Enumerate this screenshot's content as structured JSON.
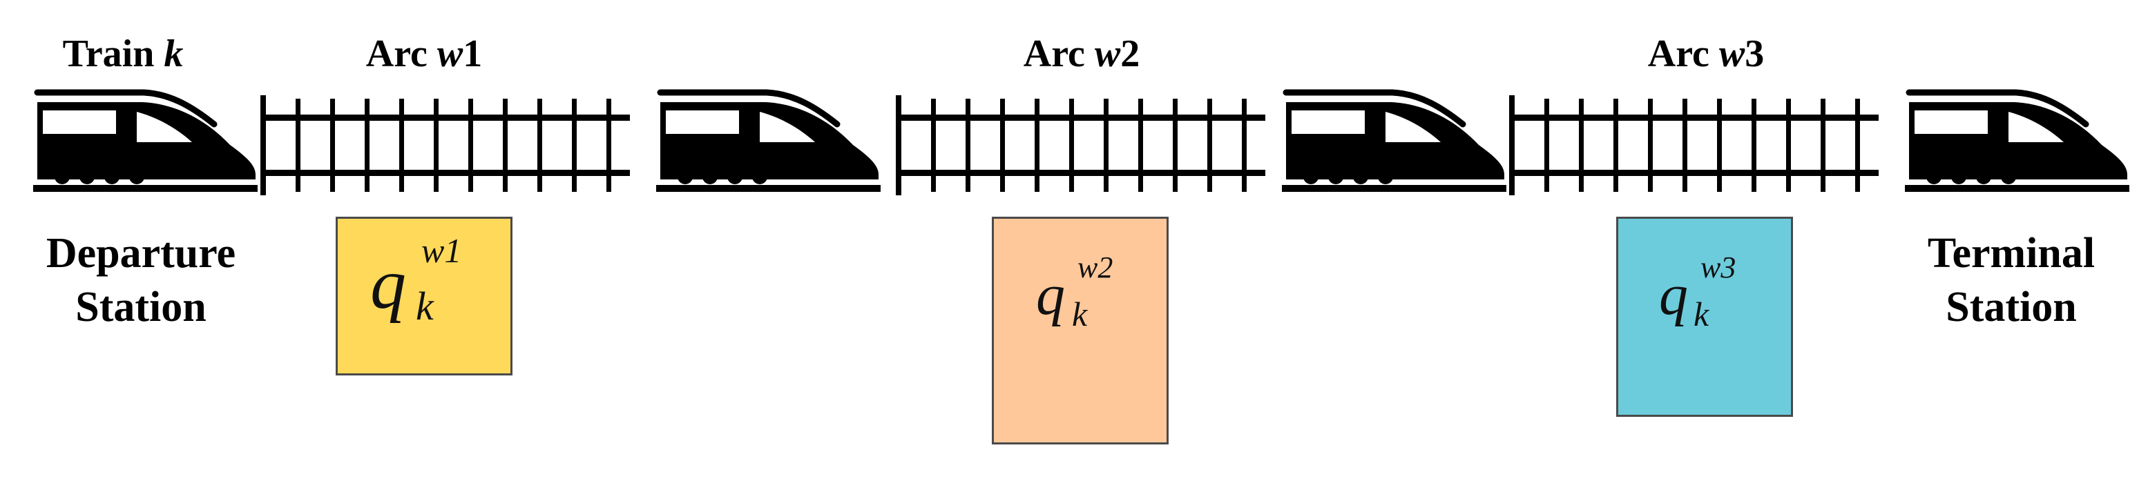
{
  "header": {
    "train_label": {
      "prefix": "Train ",
      "var": "k"
    },
    "arcs": [
      {
        "prefix": "Arc ",
        "var": "w",
        "num": "1"
      },
      {
        "prefix": "Arc ",
        "var": "w",
        "num": "2"
      },
      {
        "prefix": "Arc ",
        "var": "w",
        "num": "3"
      }
    ]
  },
  "stations": {
    "departure": {
      "line1": "Departure",
      "line2": "Station"
    },
    "terminal": {
      "line1": "Terminal",
      "line2": "Station"
    }
  },
  "quantities": [
    {
      "base": "q",
      "sub": "k",
      "sup": "w1",
      "color": "#FFD95A"
    },
    {
      "base": "q",
      "sub": "k",
      "sup": "w2",
      "color": "#FFC89A"
    },
    {
      "base": "q",
      "sub": "k",
      "sup": "w3",
      "color": "#6CCCDC"
    }
  ],
  "icons": [
    "train-icon",
    "railway-track-icon"
  ]
}
